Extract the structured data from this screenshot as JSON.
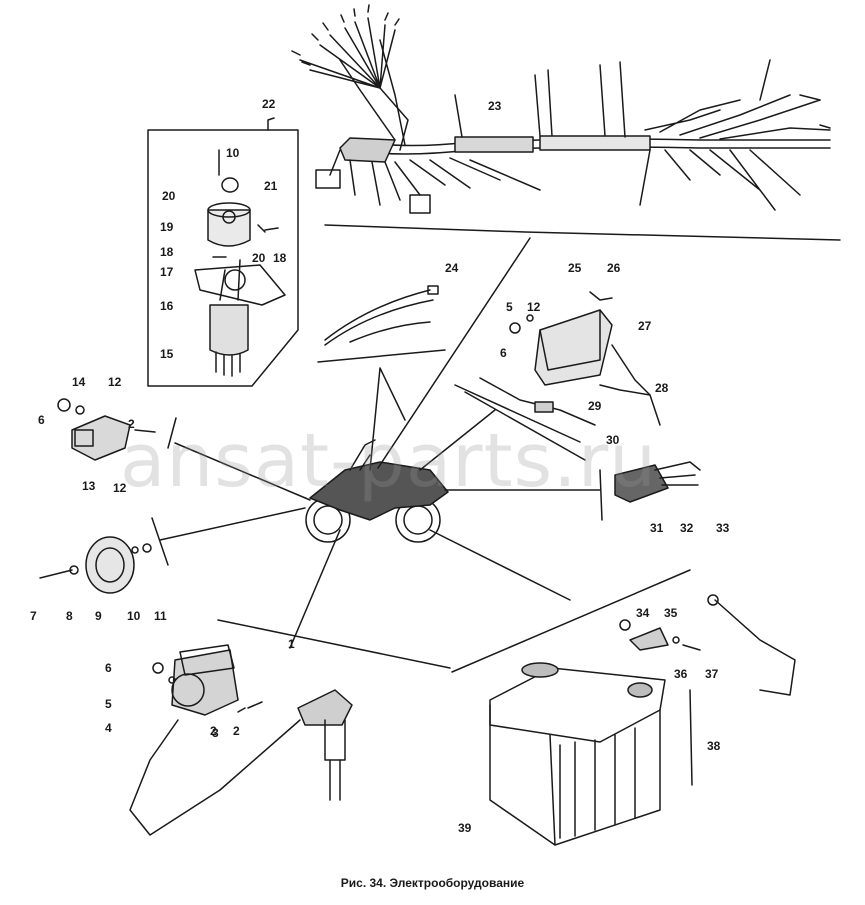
{
  "caption": "Рис. 34. Электрооборудование",
  "watermark": "ansat-parts.ru",
  "part_labels": [
    "1",
    "2",
    "2",
    "2",
    "3",
    "4",
    "5",
    "5",
    "6",
    "6",
    "6",
    "7",
    "8",
    "9",
    "10",
    "10",
    "11",
    "12",
    "12",
    "12",
    "13",
    "14",
    "15",
    "16",
    "17",
    "18",
    "18",
    "19",
    "20",
    "20",
    "21",
    "22",
    "23",
    "24",
    "25",
    "26",
    "27",
    "28",
    "29",
    "30",
    "31",
    "32",
    "33",
    "34",
    "35",
    "36",
    "37",
    "38",
    "39"
  ]
}
